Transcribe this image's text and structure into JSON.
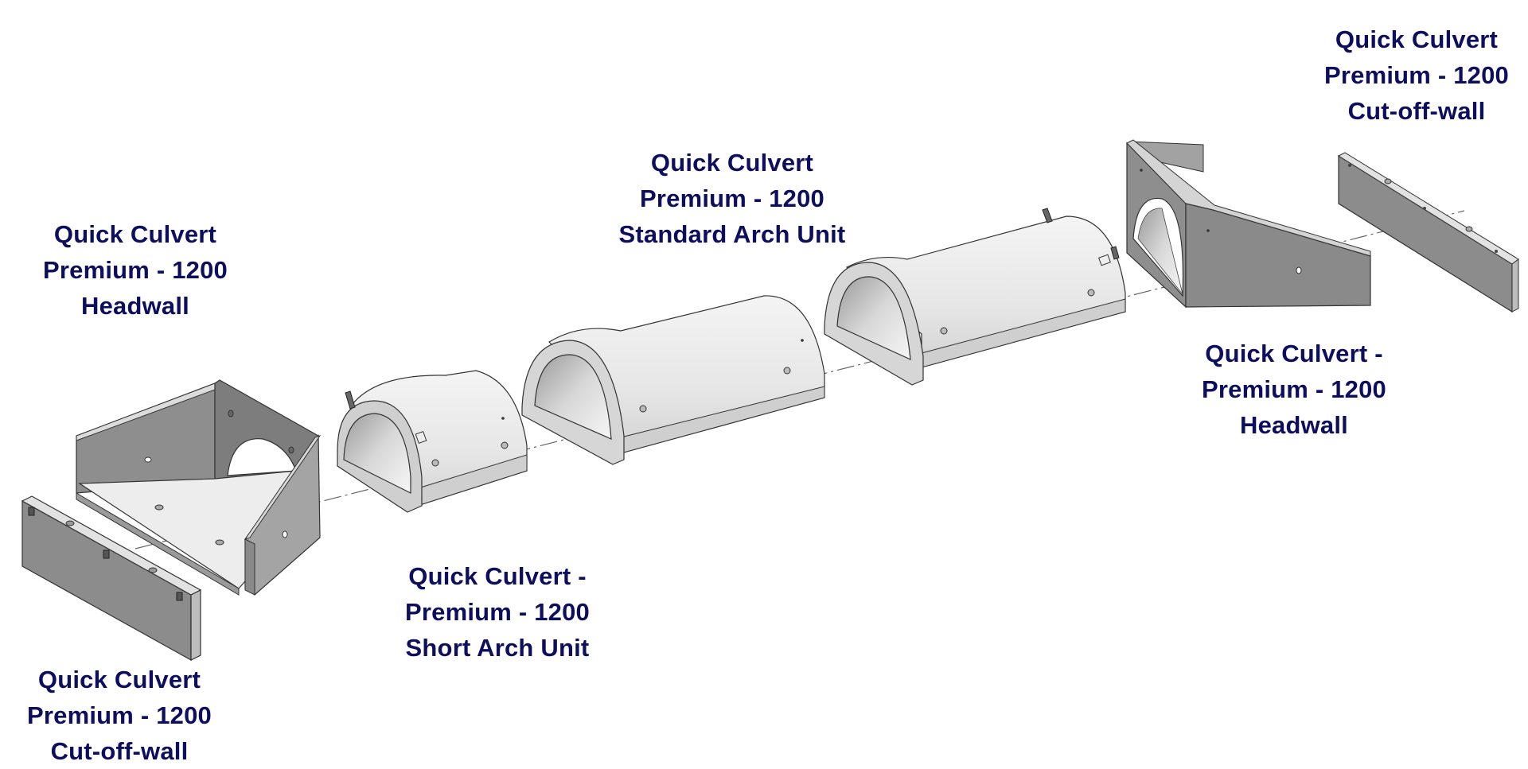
{
  "diagram": {
    "title": "Quick Culvert Premium 1200 exploded assembly",
    "text_color": "#0d0f5e",
    "components": [
      {
        "id": "left-headwall",
        "lines": [
          "Quick Culvert",
          "Premium - 1200",
          "Headwall"
        ]
      },
      {
        "id": "left-cutoff-wall",
        "lines": [
          "Quick Culvert",
          "Premium - 1200",
          "Cut-off-wall"
        ]
      },
      {
        "id": "short-arch-unit",
        "lines": [
          "Quick Culvert -",
          "Premium - 1200",
          "Short Arch Unit"
        ]
      },
      {
        "id": "standard-arch-unit",
        "lines": [
          "Quick Culvert",
          "Premium - 1200",
          "Standard Arch Unit"
        ]
      },
      {
        "id": "right-headwall",
        "lines": [
          "Quick Culvert -",
          "Premium - 1200",
          "Headwall"
        ]
      },
      {
        "id": "right-cutoff-wall",
        "lines": [
          "Quick Culvert",
          "Premium - 1200",
          "Cut-off-wall"
        ]
      }
    ]
  }
}
